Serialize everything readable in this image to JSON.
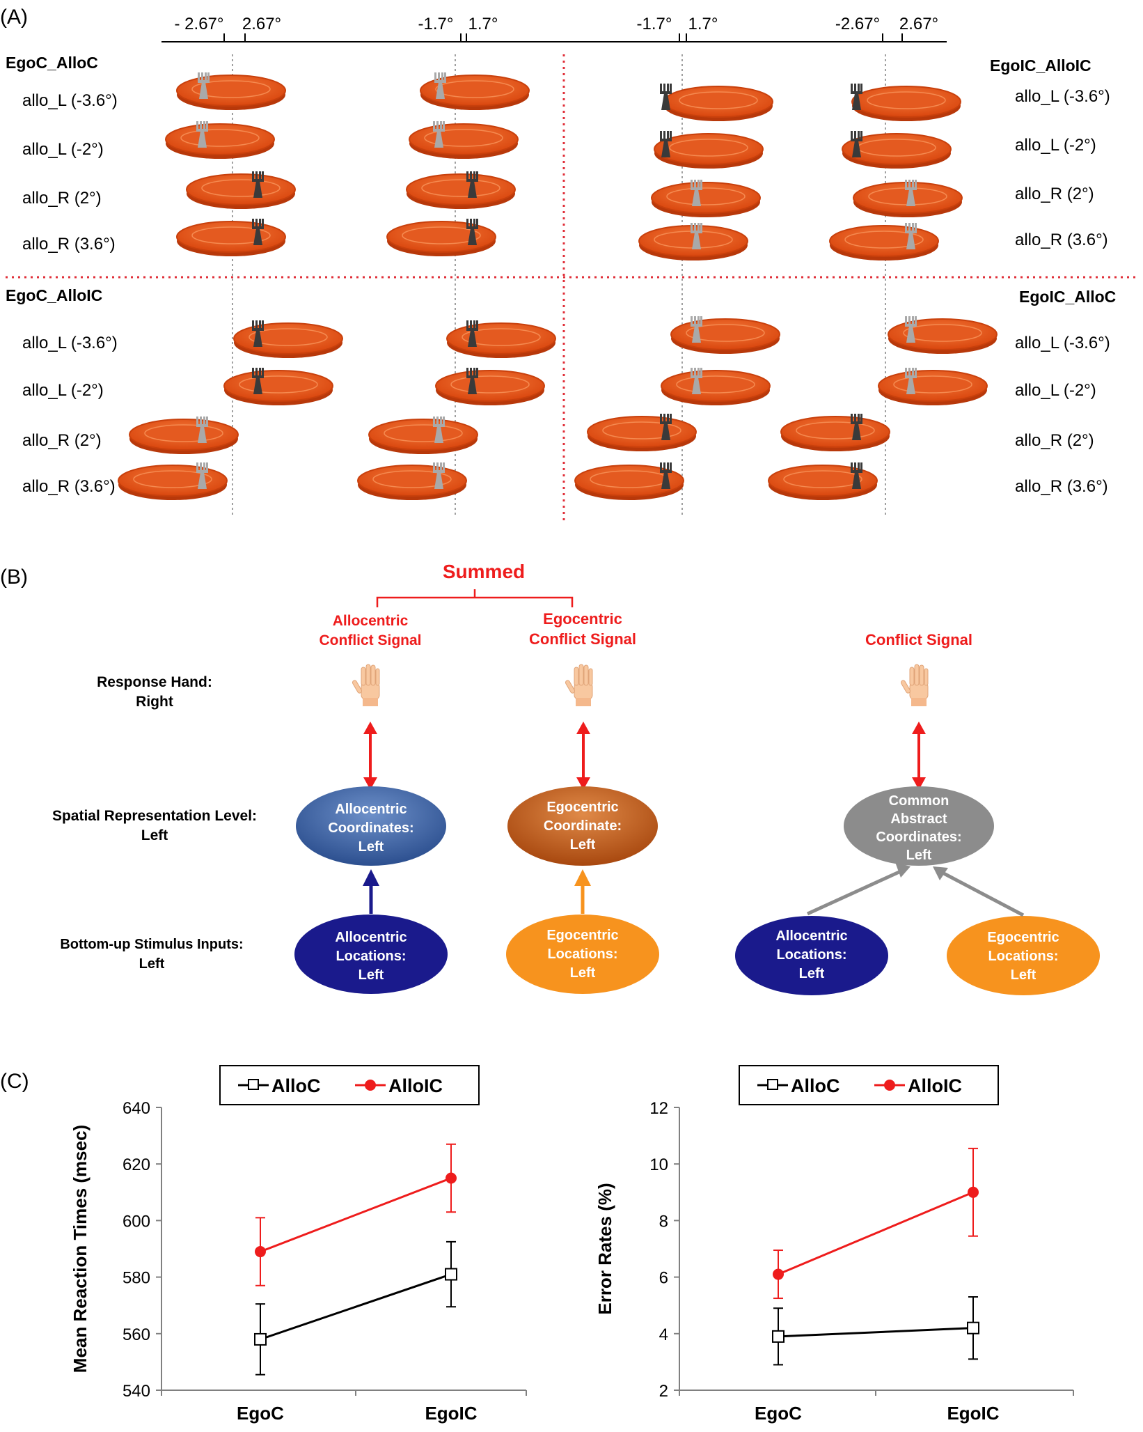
{
  "panels": {
    "a": "(A)",
    "b": "(B)",
    "c": "(C)"
  },
  "panel_a": {
    "top_axis_labels": [
      "- 2.67°",
      "2.67°",
      "-1.7°",
      "1.7°",
      "-1.7°",
      "1.7°",
      "-2.67°",
      "2.67°"
    ],
    "conditions": {
      "top_left": "EgoC_AlloC",
      "top_right": "EgoIC_AlloIC",
      "bottom_left": "EgoC_AlloIC",
      "bottom_right": "EgoIC_AlloC"
    },
    "row_labels_left": [
      "allo_L (-3.6°)",
      "allo_L (-2°)",
      "allo_R (2°)",
      "allo_R (3.6°)",
      "allo_L (-3.6°)",
      "allo_L (-2°)",
      "allo_R (2°)",
      "allo_R (3.6°)"
    ],
    "row_labels_right": [
      "allo_L (-3.6°)",
      "allo_L (-2°)",
      "allo_R (2°)",
      "allo_R (3.6°)",
      "allo_L (-3.6°)",
      "allo_L (-2°)",
      "allo_R (2°)",
      "allo_R (3.6°)"
    ],
    "colors": {
      "plate": "#e8541a",
      "plate_rim": "#f26a2a",
      "fork_light": "#a9a9a9",
      "fork_dark": "#3a3a3a",
      "divider": "#e0303a"
    }
  },
  "panel_b": {
    "summed": "Summed",
    "allo_signal": [
      "Allocentric",
      "Conflict  Signal"
    ],
    "ego_signal": [
      "Egocentric",
      "Conflict  Signal"
    ],
    "conflict_signal": "Conflict  Signal",
    "row_response": [
      "Response Hand:",
      "Right"
    ],
    "row_spatial": [
      "Spatial Representation Level:",
      "Left"
    ],
    "row_bottom": [
      "Bottom-up Stimulus Inputs:",
      "Left"
    ],
    "allo_coord": [
      "Allocentric",
      "Coordinates:",
      "Left"
    ],
    "ego_coord": [
      "Egocentric",
      "Coordinate:",
      "Left"
    ],
    "common_coord": [
      "Common",
      "Abstract",
      "Coordinates:",
      "Left"
    ],
    "allo_loc": [
      "Allocentric",
      "Locations:",
      "Left"
    ],
    "ego_loc": [
      "Egocentric",
      "Locations:",
      "Left"
    ],
    "colors": {
      "allo_coord": "#3a64a8",
      "ego_coord": "#c8601c",
      "common": "#8c8c8c",
      "allo_loc": "#1a1a8c",
      "ego_loc": "#f7931e",
      "red": "#ee1c1c",
      "grey_arrow": "#8c8c8c",
      "hand": "#f8c8a0"
    }
  },
  "chart_data": [
    {
      "type": "line",
      "categories": [
        "EgoC",
        "EgoIC"
      ],
      "series": [
        {
          "name": "AlloC",
          "values": [
            558,
            581
          ],
          "errors": [
            12.5,
            11.5
          ],
          "color": "#000000",
          "marker": "open-square"
        },
        {
          "name": "AlloIC",
          "values": [
            589,
            615
          ],
          "errors": [
            12,
            12
          ],
          "color": "#ee1c1c",
          "marker": "filled-circle"
        }
      ],
      "ylabel": "Mean Reaction Times (msec)",
      "ylim": [
        540,
        640
      ],
      "yticks": [
        540,
        560,
        580,
        600,
        620,
        640
      ],
      "legend": "top"
    },
    {
      "type": "line",
      "categories": [
        "EgoC",
        "EgoIC"
      ],
      "series": [
        {
          "name": "AlloC",
          "values": [
            3.9,
            4.2
          ],
          "errors": [
            1.0,
            1.1
          ],
          "color": "#000000",
          "marker": "open-square"
        },
        {
          "name": "AlloIC",
          "values": [
            6.1,
            9.0
          ],
          "errors": [
            0.85,
            1.55
          ],
          "color": "#ee1c1c",
          "marker": "filled-circle"
        }
      ],
      "ylabel": "Error Rates (%)",
      "ylim": [
        2,
        12
      ],
      "yticks": [
        2,
        4,
        6,
        8,
        10,
        12
      ],
      "legend": "top"
    }
  ]
}
